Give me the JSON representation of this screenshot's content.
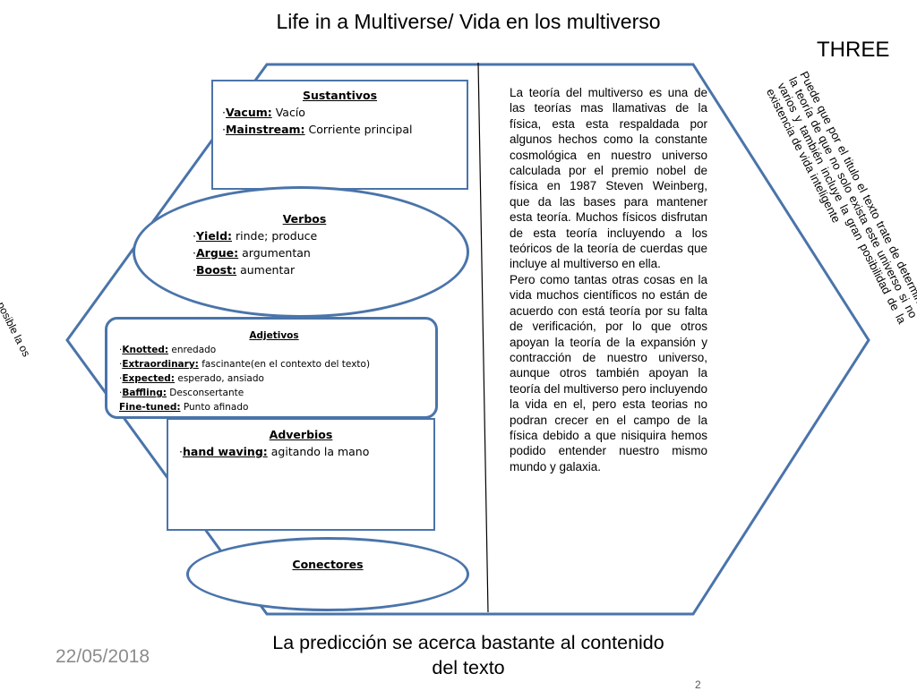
{
  "title": "Life in a Multiverse/ Vida en los multiverso",
  "label_three": "THREE",
  "prediction_rotated": "Puede que por el titulo el texto trate de determinar la teoría de que no solo exista este universo si no varios y también incluye la gran posibilidad de la existencia de vida inteligente",
  "left_rotated_fragment": "posible la os en",
  "sustantivos": {
    "heading": "Sustantivos",
    "items": [
      {
        "term": "Vacum:",
        "def": " Vacío"
      },
      {
        "term": "Mainstream:",
        "def": "  Corriente principal"
      }
    ]
  },
  "verbos": {
    "heading": "Verbos",
    "items": [
      {
        "term": "Yield:",
        "def": " rinde; produce"
      },
      {
        "term": "Argue:",
        "def": " argumentan"
      },
      {
        "term": "Boost:",
        "def": "  aumentar"
      }
    ]
  },
  "adjetivos": {
    "heading": "Adjetivos",
    "items": [
      {
        "bullet": "·",
        "term": "Knotted:",
        "def": " enredado"
      },
      {
        "bullet": "·",
        "term": "Extraordinary:",
        "def": " fascinante(en el contexto del texto)"
      },
      {
        "bullet": "·",
        "term": "Expected:",
        "def": "  esperado, ansiado"
      },
      {
        "bullet": "·",
        "term": "Baffling:",
        "def": " Desconsertante"
      },
      {
        "bullet": "",
        "term": "Fine-tuned:",
        "def": " Punto afinado"
      }
    ]
  },
  "adverbios": {
    "heading": "Adverbios",
    "items": [
      {
        "term": "hand waving:",
        "def": " agitando la mano"
      }
    ]
  },
  "conectores": {
    "heading": "Conectores"
  },
  "summary": {
    "p1": "La teoría del multiverso es una de las teorías mas llamativas de la física, esta esta respaldada por algunos hechos como la constante cosmológica en nuestro universo calculada por el premio nobel de física en 1987 Steven Weinberg, que da las bases para mantener esta teoría. Muchos físicos disfrutan de esta teoría incluyendo a los teóricos de la teoría de cuerdas que incluye al multiverso en ella.",
    "p2": "Pero como tantas otras cosas en la vida muchos científicos no están de acuerdo con está teoría por su falta de verificación, por lo que otros apoyan la teoría de la expansión y contracción de nuestro universo, aunque otros también apoyan la teoría del multiverso pero incluyendo la vida en el, pero esta teorias no podran crecer en el campo de la física debido a que nisiquira hemos podido entender nuestro mismo mundo y galaxia."
  },
  "date": "22/05/2018",
  "bottom_text": "La predicción se acerca bastante al contenido del texto",
  "page_number": "2",
  "colors": {
    "shape_border": "#4a74aa",
    "date": "#8c8c8c"
  }
}
